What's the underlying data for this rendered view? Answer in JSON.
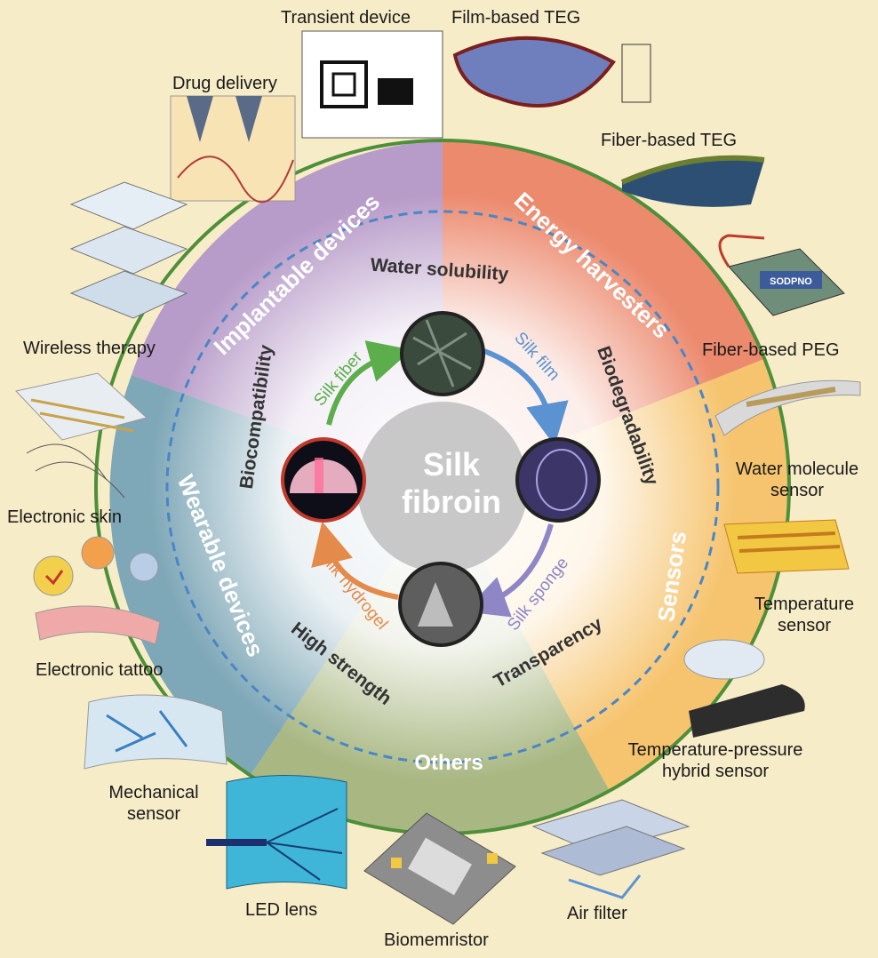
{
  "center": {
    "line1": "Silk",
    "line2": "fibroin"
  },
  "sectors": {
    "implantable": "Implantable devices",
    "energy": "Energy harvesters",
    "sensors": "Sensors",
    "others": "Others",
    "wearable": "Wearable devices"
  },
  "properties": {
    "water_solubility": "Water solubility",
    "biodegradability": "Biodegradability",
    "transparency": "Transparency",
    "high_strength": "High strength",
    "biocompatibility": "Biocompatibility"
  },
  "forms": {
    "fiber": "Silk fiber",
    "film": "Silk film",
    "sponge": "Silk sponge",
    "hydrogel": "Silk hydrogel"
  },
  "applications": {
    "transient_device": "Transient device",
    "film_teg": "Film-based TEG",
    "drug_delivery": "Drug delivery",
    "fiber_teg": "Fiber-based TEG",
    "wireless_therapy": "Wireless therapy",
    "fiber_peg": "Fiber-based PEG",
    "electronic_skin": "Electronic skin",
    "water_molecule_sensor": "Water molecule sensor",
    "temperature_sensor": "Temperature sensor",
    "electronic_tattoo": "Electronic tattoo",
    "temp_pressure_sensor": "Temperature-pressure hybrid sensor",
    "mechanical_sensor": "Mechanical sensor",
    "led_lens": "LED lens",
    "air_filter": "Air filter",
    "biomemristor": "Biomemristor",
    "sodpno_tag": "SODPNO"
  },
  "colors": {
    "implantable": "#b79bc8",
    "energy": "#ec8a6e",
    "sensors": "#f6c46f",
    "others": "#a9b883",
    "wearable": "#7ea7b7",
    "ring_border": "#4e8f3a",
    "dashed": "#4a86c6",
    "fiber_arrow": "#5cae4d",
    "film_arrow": "#5b92d2",
    "sponge_arrow": "#8f86c6",
    "hydrogel_arrow": "#e48a4a"
  }
}
